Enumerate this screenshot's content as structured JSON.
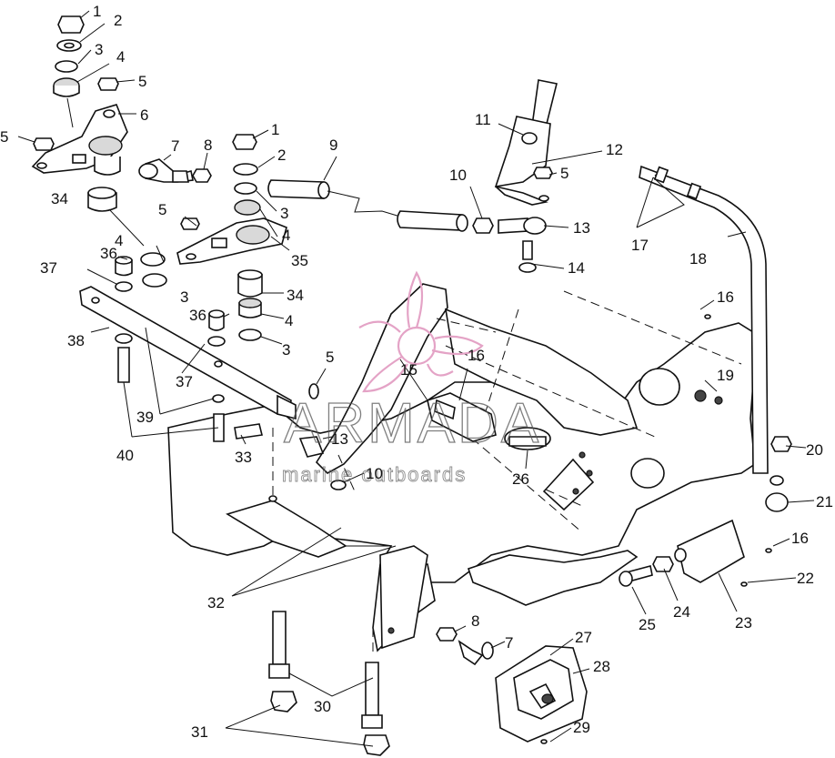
{
  "diagram": {
    "labels": [
      "1",
      "2",
      "3",
      "4",
      "5",
      "5",
      "6",
      "7",
      "8",
      "1",
      "2",
      "3",
      "4",
      "9",
      "10",
      "11",
      "12",
      "5",
      "13",
      "14",
      "17",
      "18",
      "34",
      "5",
      "35",
      "36",
      "4",
      "37",
      "3",
      "34",
      "16",
      "36",
      "4",
      "38",
      "37",
      "3",
      "5",
      "15",
      "16",
      "19",
      "39",
      "13",
      "33",
      "40",
      "26",
      "20",
      "21",
      "10",
      "16",
      "22",
      "23",
      "24",
      "25",
      "32",
      "8",
      "7",
      "27",
      "28",
      "30",
      "29",
      "31"
    ]
  },
  "watermark": {
    "title": "ARMADA",
    "subtitle": "marine outboards",
    "logo_color": "#e4a3c6"
  }
}
